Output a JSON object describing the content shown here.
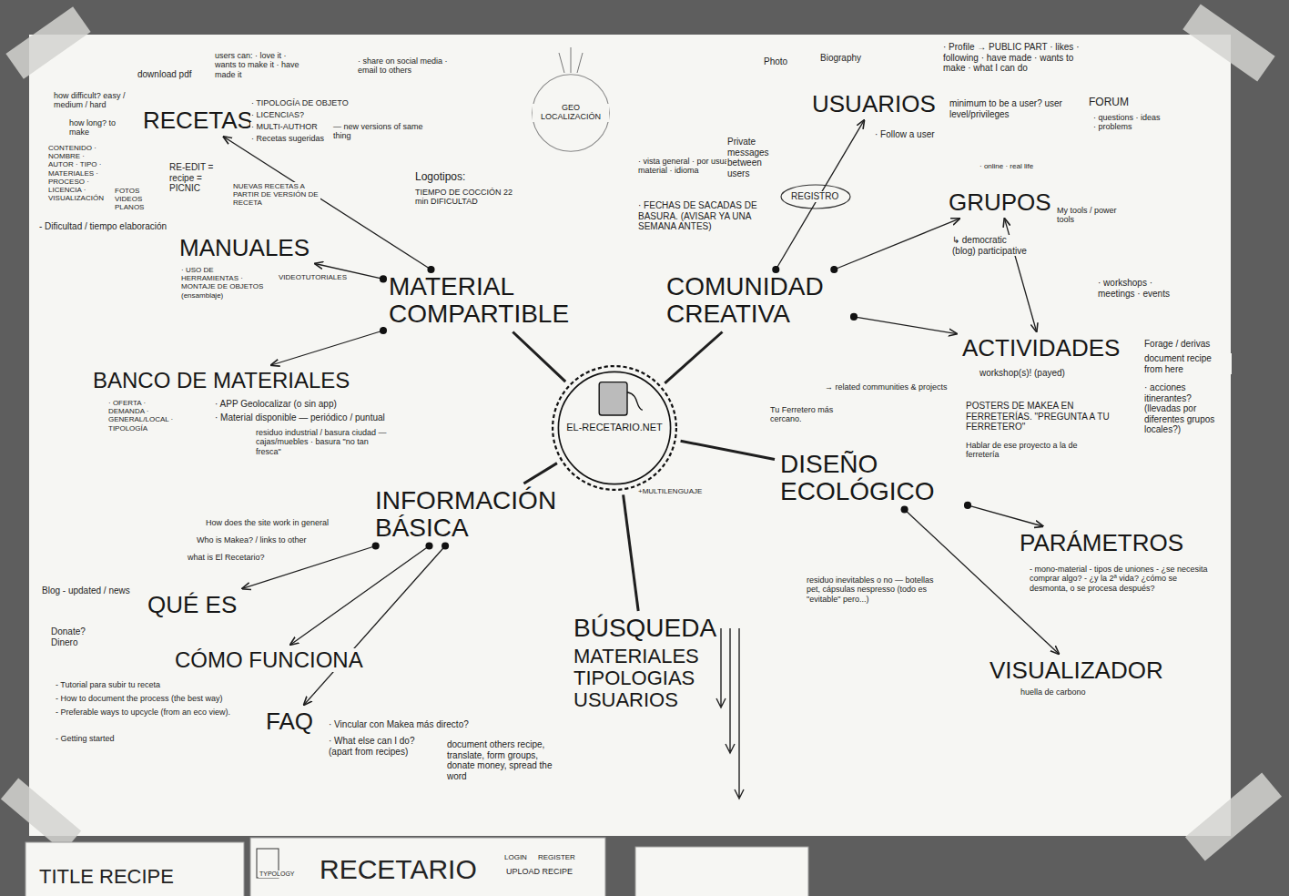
{
  "diagram": {
    "nodes": [
      {
        "text": [
          "EL-RECETARIO.NET"
        ]
      },
      {
        "text": [
          "MATERIAL COMPARTIBLE"
        ]
      },
      {
        "text": [
          "COMUNIDAD CREATIVA"
        ]
      },
      {
        "text": [
          "INFORMACIÓN BÁSICA"
        ]
      },
      {
        "text": [
          "DISEÑO ECOLÓGICO"
        ]
      },
      {
        "text": [
          "BÚSQUEDA",
          "MATERIALES TIPOLOGIAS USUARIOS"
        ]
      },
      {
        "text": [
          "RECETAS"
        ]
      },
      {
        "text": [
          "MANUALES"
        ]
      },
      {
        "text": [
          "BANCO DE MATERIALES"
        ]
      },
      {
        "text": [
          "USUARIOS"
        ]
      },
      {
        "text": [
          "GRUPOS"
        ]
      },
      {
        "text": [
          "ACTIVIDADES"
        ]
      },
      {
        "text": [
          "QUÉ ES"
        ]
      },
      {
        "text": [
          "CÓMO FUNCIONA"
        ]
      },
      {
        "text": [
          "FAQ"
        ]
      },
      {
        "text": [
          "PARÁMETROS"
        ]
      },
      {
        "text": [
          "VISUALIZADOR"
        ]
      },
      {
        "text": [
          "GEO LOCALIZACIÓN"
        ]
      }
    ],
    "edges": [
      {
        "from": 0,
        "to": 1,
        "arrow": "none"
      },
      {
        "from": 0,
        "to": 2,
        "arrow": "none"
      },
      {
        "from": 0,
        "to": 3,
        "arrow": "none"
      },
      {
        "from": 0,
        "to": 4,
        "arrow": "none"
      },
      {
        "from": 0,
        "to": 5,
        "arrow": "none"
      },
      {
        "from": 1,
        "to": 6,
        "arrow": "to"
      },
      {
        "from": 1,
        "to": 7,
        "arrow": "to"
      },
      {
        "from": 1,
        "to": 8,
        "arrow": "to"
      },
      {
        "from": 2,
        "to": 9,
        "arrow": "to"
      },
      {
        "from": 2,
        "to": 10,
        "arrow": "to"
      },
      {
        "from": 2,
        "to": 11,
        "arrow": "to"
      },
      {
        "from": 10,
        "to": 11,
        "arrow": "both"
      },
      {
        "from": 3,
        "to": 12,
        "arrow": "to"
      },
      {
        "from": 3,
        "to": 13,
        "arrow": "to"
      },
      {
        "from": 3,
        "to": 14,
        "arrow": "to"
      },
      {
        "from": 4,
        "to": 15,
        "arrow": "to"
      },
      {
        "from": 4,
        "to": 16,
        "arrow": "to"
      }
    ],
    "labels": [
      "download pdf",
      "how difficult? easy / medium / hard",
      "how long? to make",
      "users can: · love it · wants to make it · have made it",
      "· share on social media · email to others",
      "· TIPOLOGÍA DE OBJETO",
      "· LICENCIAS?",
      "· MULTI-AUTHOR",
      "— new versions of same thing",
      "· Recetas sugeridas",
      "RE-EDIT = recipe = PICNIC",
      "NUEVAS RECETAS A PARTIR DE VERSIÓN DE RECETA",
      "CONTENIDO · NOMBRE · AUTOR · TIPO · MATERIALES · PROCESO · LICENCIA · VISUALIZACIÓN",
      "FOTOS VIDEOS PLANOS",
      "- Dificultad / tiempo elaboración",
      "· USO DE HERRAMIENTAS · MONTAJE DE OBJETOS (ensamblaje)",
      "VIDEOTUTORIALES",
      "· OFERTA · DEMANDA · GENERAL/LOCAL · TIPOLOGÍA",
      "· APP Geolocalizar (o sin app)",
      "· Material disponible — periódico / puntual",
      "residuo industrial / basura ciudad — cajas/muebles · basura \"no tan fresca\"",
      "Logotipos:",
      "TIEMPO DE COCCIÓN 22 min DIFICULTAD",
      "· vista general · por usuarios · por material · idioma",
      "· FECHAS DE SACADAS DE BASURA. (AVISAR YA UNA SEMANA ANTES)",
      "Photo",
      "Biography",
      "· Profile → PUBLIC PART · likes · following · have made · wants to make · what I can do",
      "minimum to be a user? user level/privileges",
      "FORUM",
      "· questions · ideas · problems",
      "Private messages between users",
      "· Follow a user",
      "REGISTRO",
      "· online · real life",
      "My tools / power tools",
      "↳ democratic (blog) participative",
      "· workshops · meetings · events",
      "Forage / derivas",
      "document recipe from here",
      "· acciones itinerantes? (llevadas por diferentes grupos locales?)",
      "workshop(s)! (payed)",
      "POSTERS DE MAKEA EN FERRETERÍAS. \"PREGUNTA A TU FERRETERO\"",
      "Hablar de ese proyecto a la de ferretería",
      "→ related communities & projects",
      "Tu Ferretero más cercano.",
      "+MULTILENGUAJE",
      "residuo inevitables o no — botellas pet, cápsulas nespresso (todo es \"evitable\" pero...)",
      "- mono-material - tipos de uniones - ¿se necesita comprar algo? - ¿y la 2ª vida? ¿cómo se desmonta, o se procesa después?",
      "huella de carbono",
      "Blog - updated / news",
      "Donate? Dinero",
      "what is El Recetario?",
      "Who is Makea? / links to other",
      "How does the site work in general",
      "- Tutorial para subir tu receta",
      "- How to document the process (the best way)",
      "- Preferable ways to upcycle (from an eco view).",
      "- Getting started",
      "· Vincular con Makea más directo?",
      "· What else can I do? (apart from recipes)",
      "document others recipe, translate, form groups, donate money, spread the word",
      "TITLE RECIPE",
      "TYPOLOGY",
      "RECETARIO",
      "LOGIN",
      "REGISTER",
      "UPLOAD RECIPE"
    ]
  }
}
